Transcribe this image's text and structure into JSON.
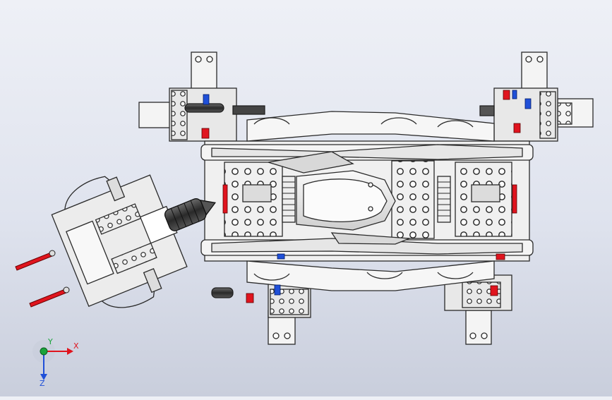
{
  "viewport": {
    "background_top": "#eef0f6",
    "background_bottom": "#c9cedc",
    "part_fill": "#f4f4f4",
    "part_shade": "#d9d9d9",
    "edge_color": "#2a2a2a",
    "dark_part": "#3a3a3a",
    "accent_red": "#e0141e",
    "accent_blue": "#2050d8"
  },
  "triad": {
    "x_label": "X",
    "y_label": "Y",
    "z_label": "Z",
    "x_color": "#e0141e",
    "y_color": "#1aa33a",
    "z_color": "#2050d8"
  }
}
